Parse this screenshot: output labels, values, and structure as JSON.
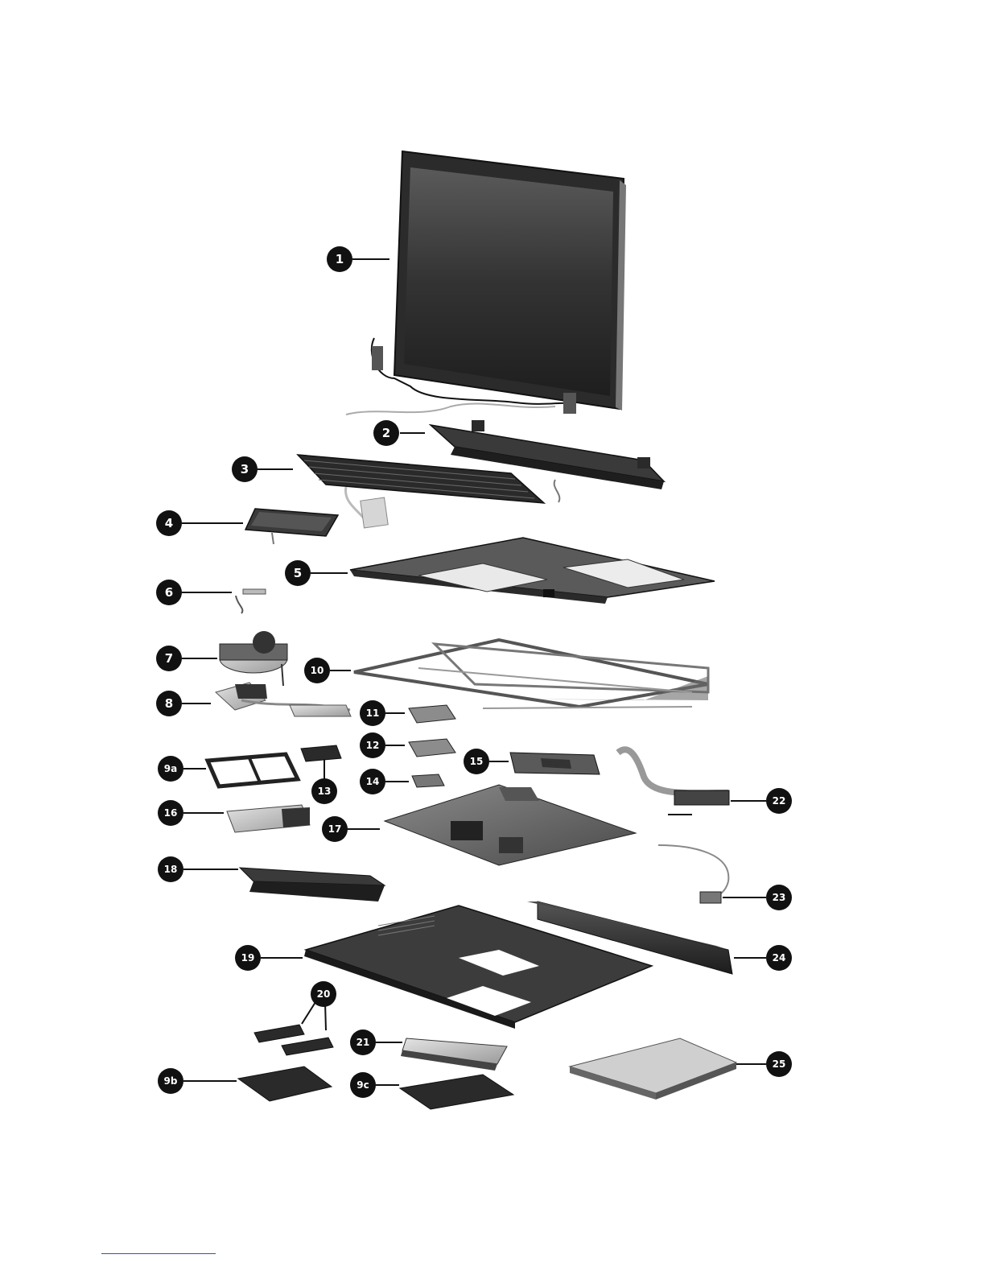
{
  "callouts": [
    {
      "id": "c1",
      "label": "1"
    },
    {
      "id": "c2",
      "label": "2"
    },
    {
      "id": "c3",
      "label": "3"
    },
    {
      "id": "c4",
      "label": "4"
    },
    {
      "id": "c5",
      "label": "5"
    },
    {
      "id": "c6",
      "label": "6"
    },
    {
      "id": "c7",
      "label": "7"
    },
    {
      "id": "c8",
      "label": "8"
    },
    {
      "id": "c9a",
      "label": "9a"
    },
    {
      "id": "c9b",
      "label": "9b"
    },
    {
      "id": "c9c",
      "label": "9c"
    },
    {
      "id": "c10",
      "label": "10"
    },
    {
      "id": "c11",
      "label": "11"
    },
    {
      "id": "c12",
      "label": "12"
    },
    {
      "id": "c13",
      "label": "13"
    },
    {
      "id": "c14",
      "label": "14"
    },
    {
      "id": "c15",
      "label": "15"
    },
    {
      "id": "c16",
      "label": "16"
    },
    {
      "id": "c17",
      "label": "17"
    },
    {
      "id": "c18",
      "label": "18"
    },
    {
      "id": "c19",
      "label": "19"
    },
    {
      "id": "c20",
      "label": "20"
    },
    {
      "id": "c21",
      "label": "21"
    },
    {
      "id": "c22",
      "label": "22"
    },
    {
      "id": "c23",
      "label": "23"
    },
    {
      "id": "c24",
      "label": "24"
    },
    {
      "id": "c25",
      "label": "25"
    }
  ],
  "colors": {
    "callout_fill": "#111111",
    "callout_text": "#ffffff",
    "part_dark": "#2a2a2a",
    "part_mid": "#6e6e6e",
    "part_light": "#c9c9c9",
    "footer_rule": "#2d4fd0"
  }
}
